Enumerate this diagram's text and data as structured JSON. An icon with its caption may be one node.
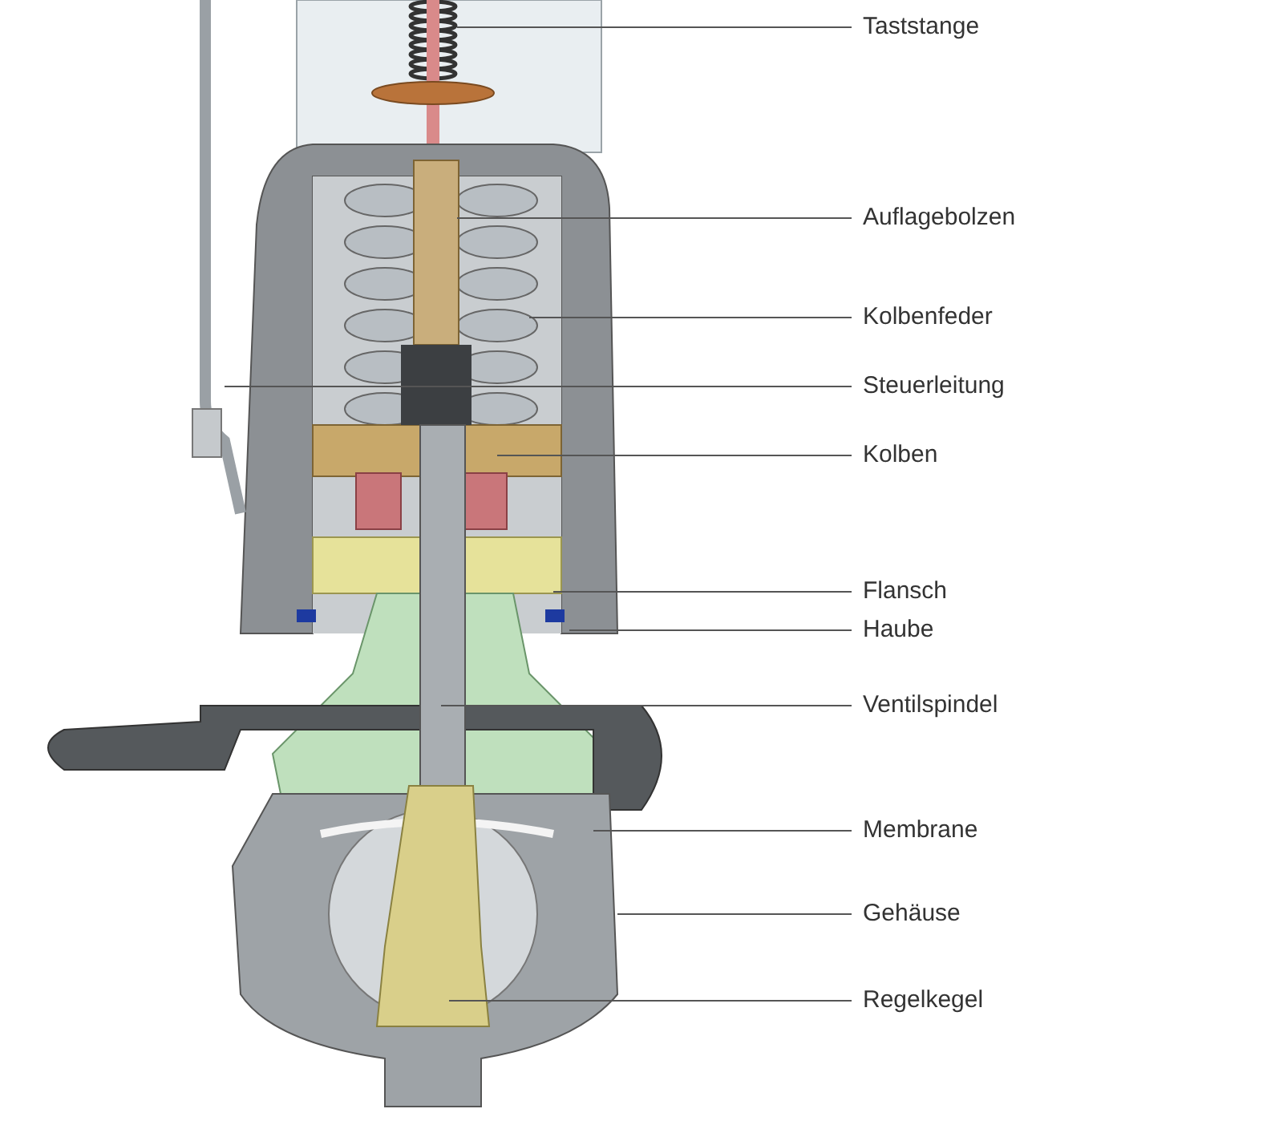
{
  "diagram": {
    "nodes": [
      {
        "text": [
          "Taststange"
        ]
      },
      {
        "text": [
          "Auflagebolzen"
        ]
      },
      {
        "text": [
          "Kolbenfeder"
        ]
      },
      {
        "text": [
          "Steuerleitung"
        ]
      },
      {
        "text": [
          "Kolben"
        ]
      },
      {
        "text": [
          "Flansch"
        ]
      },
      {
        "text": [
          "Haube"
        ]
      },
      {
        "text": [
          "Ventilspindel"
        ]
      },
      {
        "text": [
          "Membrane"
        ]
      },
      {
        "text": [
          "Gehäuse"
        ]
      },
      {
        "text": [
          "Regelkegel"
        ]
      }
    ],
    "edges": [
      {
        "from": 0,
        "to": null,
        "arrow": "none"
      },
      {
        "from": 1,
        "to": null,
        "arrow": "none"
      },
      {
        "from": 2,
        "to": null,
        "arrow": "none"
      },
      {
        "from": 3,
        "to": null,
        "arrow": "none"
      },
      {
        "from": 4,
        "to": null,
        "arrow": "none"
      },
      {
        "from": 5,
        "to": null,
        "arrow": "none"
      },
      {
        "from": 6,
        "to": null,
        "arrow": "none"
      },
      {
        "from": 7,
        "to": null,
        "arrow": "none"
      },
      {
        "from": 8,
        "to": null,
        "arrow": "none"
      },
      {
        "from": 9,
        "to": null,
        "arrow": "none"
      },
      {
        "from": 10,
        "to": null,
        "arrow": "none"
      }
    ]
  }
}
